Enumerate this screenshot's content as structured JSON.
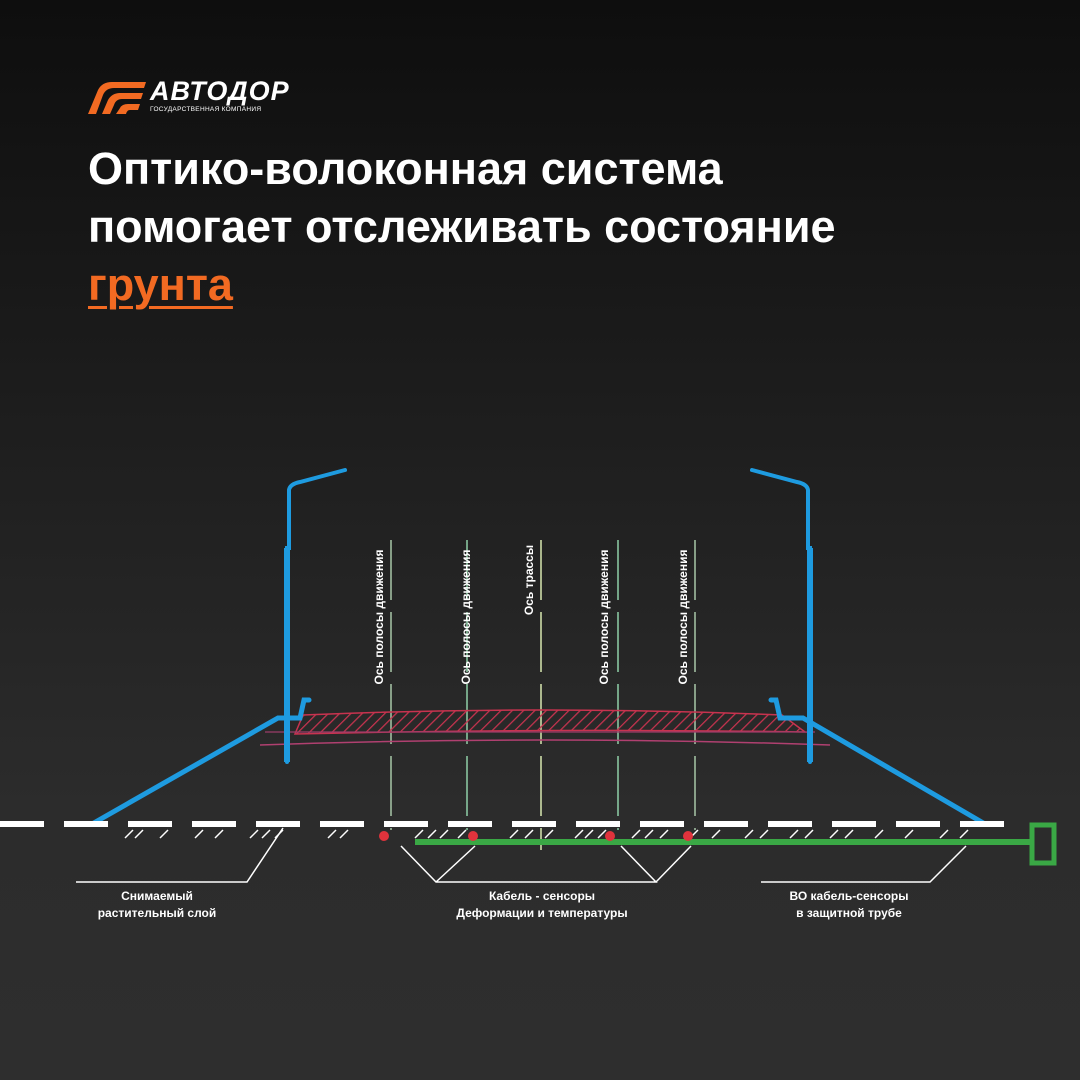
{
  "logo": {
    "name": "АВТОДОР",
    "subtitle": "ГОСУДАРСТВЕННАЯ КОМПАНИЯ"
  },
  "title": {
    "line1": "Оптико-волоконная система",
    "line2": "помогает отслеживать состояние",
    "accent": "грунта"
  },
  "colors": {
    "accent": "#f26a22",
    "pole": "#1e9be0",
    "pavement": "#c8334f",
    "cable": "#3aa845",
    "sensor": "#e0333c"
  },
  "diagram": {
    "axes": [
      "Ось полосы движения",
      "Ось полосы движения",
      "Ось трассы",
      "Ось полосы движения",
      "Ось полосы движения"
    ],
    "labels": {
      "topsoil": [
        "Снимаемый",
        "растительный слой"
      ],
      "cable": [
        "Кабель - сенсоры",
        "Деформации и температуры"
      ],
      "fo_cable": [
        "ВО кабель-сенсоры",
        "в защитной трубе"
      ]
    }
  }
}
